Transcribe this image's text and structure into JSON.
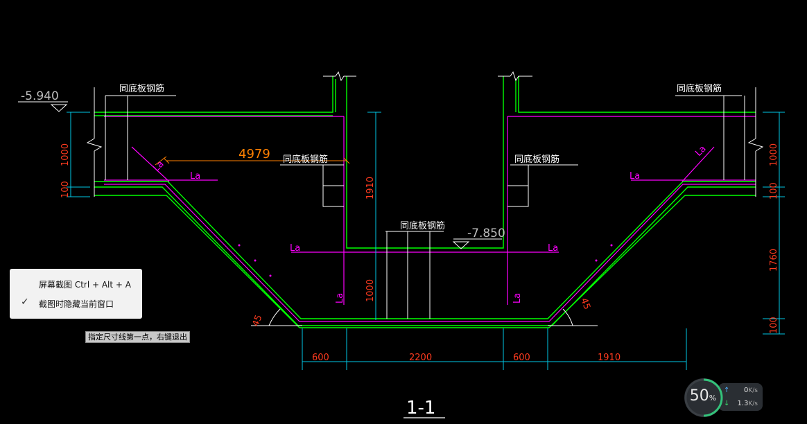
{
  "drawing": {
    "elevation_top": "-5.940",
    "elevation_pit": "-7.850",
    "measured_length": "4979",
    "label_same_bottom_rebar": "同底板钢筋",
    "anchor_label": "La",
    "angle_label": "45",
    "dims_bottom": [
      "600",
      "2200",
      "600",
      "1910"
    ],
    "dims_right": [
      "1000",
      "100",
      "1760",
      "100"
    ],
    "dims_left": [
      "1000",
      "100"
    ],
    "dim_pit_depth": "1910",
    "dim_inner": "1000",
    "section_title": "1-1",
    "colors": {
      "outline": "#00ff00",
      "rebar": "#ff00ff",
      "dimension": "#00c8e6",
      "dim_text": "#ff3b1f",
      "annotation": "#ffffff",
      "measure": "#ff8000"
    }
  },
  "context_menu": {
    "items": [
      {
        "label": "屏幕截图 Ctrl + Alt + A",
        "checked": false
      },
      {
        "label": "截图时隐藏当前窗口",
        "checked": true
      }
    ]
  },
  "command_prompt": "指定尺寸线第一点，右键退出",
  "perf_widget": {
    "percent": "50",
    "percent_unit": "%",
    "upload": "0",
    "upload_unit": "K/s",
    "download": "1.3",
    "download_unit": "K/s"
  }
}
